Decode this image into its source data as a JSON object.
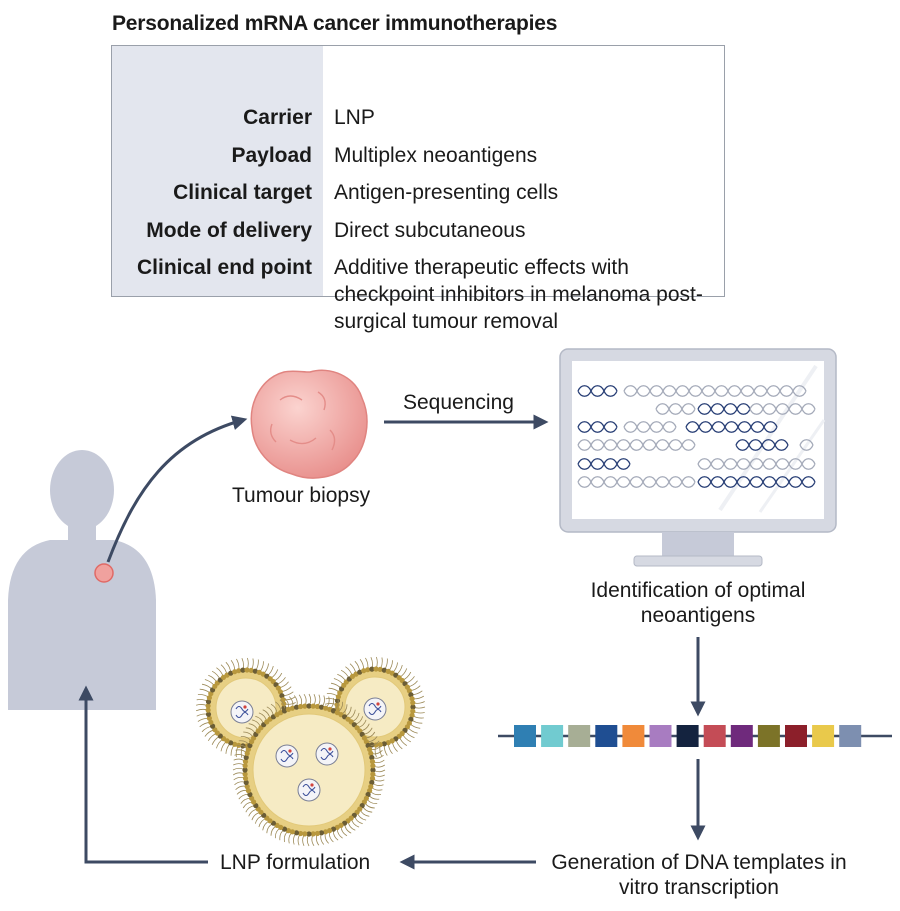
{
  "title": "Personalized mRNA cancer immunotherapies",
  "table": [
    {
      "key": "Carrier",
      "value": "LNP"
    },
    {
      "key": "Payload",
      "value": "Multiplex neoantigens"
    },
    {
      "key": "Clinical target",
      "value": "Antigen-presenting cells"
    },
    {
      "key": "Mode of delivery",
      "value": "Direct subcutaneous"
    },
    {
      "key": "Clinical end point",
      "value": "Additive therapeutic effects with checkpoint inhibitors in melanoma post-surgical tumour removal"
    }
  ],
  "steps": {
    "biopsy": "Tumour biopsy",
    "sequencing": "Sequencing",
    "identification": "Identification of optimal neoantigens",
    "generation": "Generation of DNA templates in vitro transcription",
    "lnp": "LNP formulation"
  },
  "colors": {
    "arrow": "#3d4a63",
    "human": "#c6cad8",
    "tumour": "#ee9f9c",
    "table_key_bg": "#e3e6ee",
    "dna_dark": "#243b73",
    "dna_light": "#a3a9b8",
    "lnp_shell": "#e7cf83",
    "lnp_core": "#f6ebc4"
  },
  "segments": [
    "#2f7fb3",
    "#71cbd0",
    "#a7ae95",
    "#1f4e92",
    "#f08a3a",
    "#a87cc1",
    "#14233f",
    "#c44c56",
    "#6f2a7c",
    "#7c7328",
    "#8c1f2a",
    "#e9c94b",
    "#7d8fb0"
  ]
}
